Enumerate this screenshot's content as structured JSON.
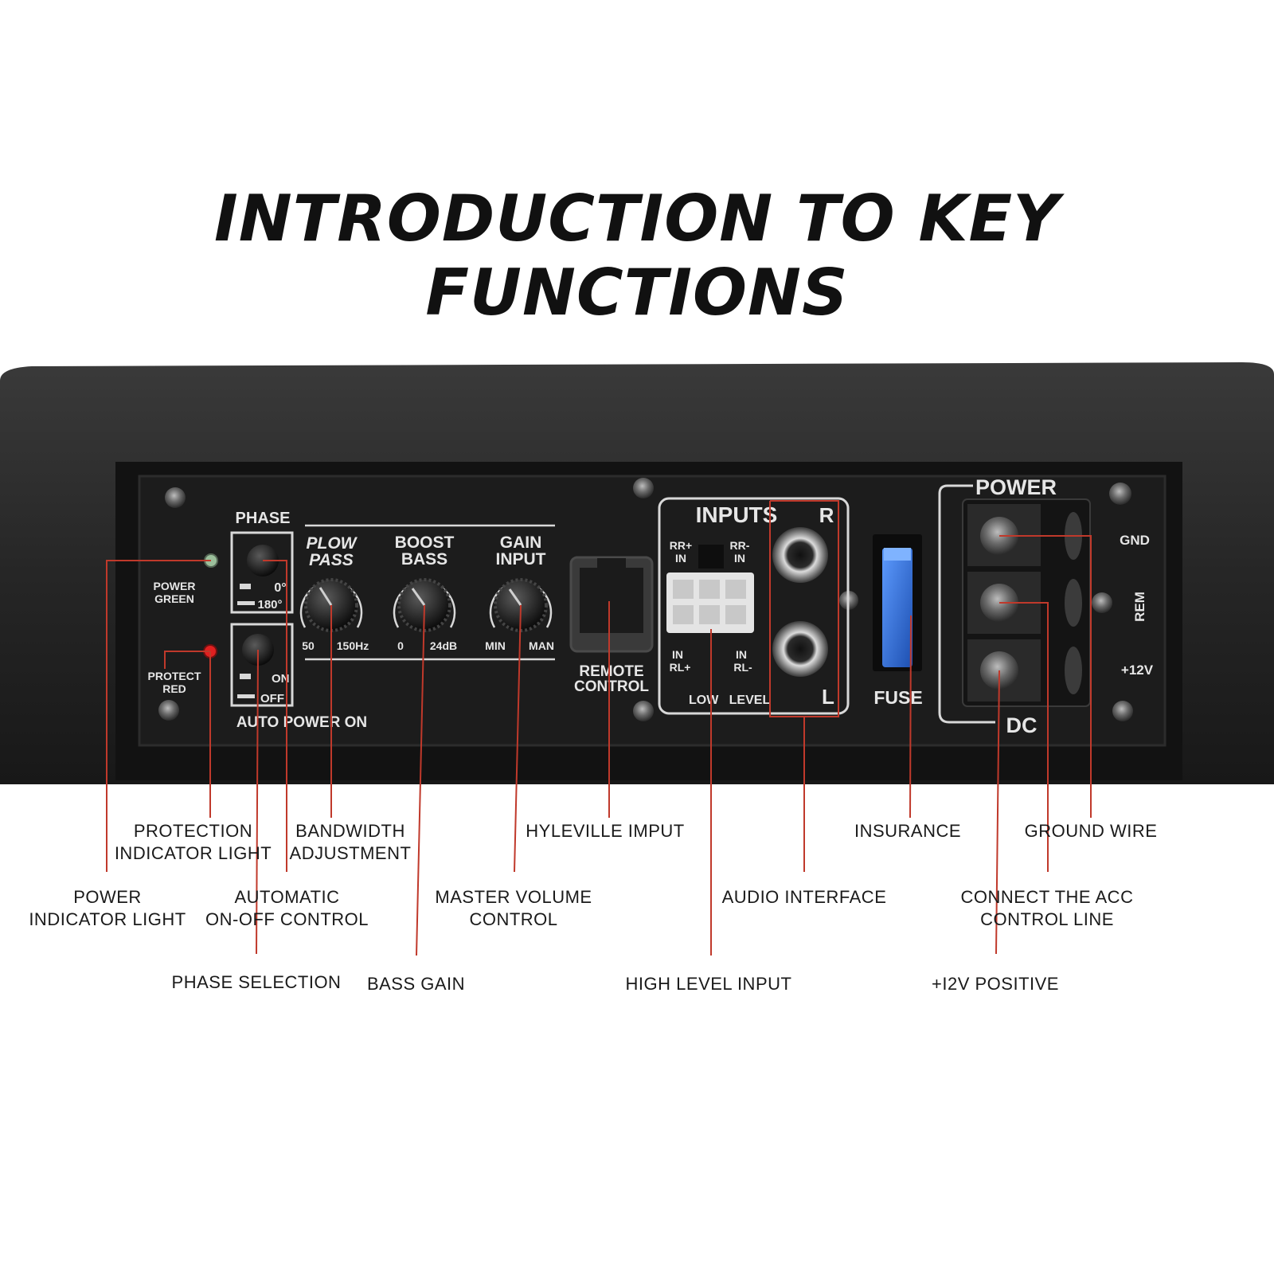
{
  "title": "INTRODUCTION TO KEY FUNCTIONS",
  "panel": {
    "phase": "PHASE",
    "phase_0": "0°",
    "phase_180": "180°",
    "power_green": [
      "POWER",
      "GREEN"
    ],
    "protect_red": [
      "PROTECT",
      "RED"
    ],
    "on": "ON",
    "off": "OFF",
    "auto_power_on": "AUTO POWER ON",
    "plow_pass": [
      "PLOW",
      "PASS"
    ],
    "boost_bass": [
      "BOOST",
      "BASS"
    ],
    "gain_input": [
      "GAIN",
      "INPUT"
    ],
    "lp_min": "50",
    "lp_max": "150Hz",
    "bass_min": "0",
    "bass_max": "24dB",
    "gain_min": "MIN",
    "gain_max": "MAN",
    "remote_control": [
      "REMOTE",
      "CONTROL"
    ],
    "inputs": "INPUTS",
    "r": "R",
    "l": "L",
    "rr_plus_in": [
      "RR+",
      "IN"
    ],
    "rr_minus_in": [
      "RR-",
      "IN"
    ],
    "in_rl_plus": [
      "IN",
      "RL+"
    ],
    "in_rl_minus": [
      "IN",
      "RL-"
    ],
    "low_level": "LOW   LEVEL",
    "fuse": "FUSE",
    "power": "POWER",
    "dc": "DC",
    "gnd": "GND",
    "rem": "REM",
    "plus12v": "+12V"
  },
  "callouts": {
    "protection": [
      "PROTECTION",
      "INDICATOR LIGHT"
    ],
    "bandwidth": [
      "BANDWIDTH",
      "ADJUSTMENT"
    ],
    "hyleville": [
      "HYLEVILLE IMPUT"
    ],
    "insurance": [
      "INSURANCE"
    ],
    "ground": [
      "GROUND WIRE"
    ],
    "power_ind": [
      "POWER",
      "INDICATOR LIGHT"
    ],
    "automatic": [
      "AUTOMATIC",
      "ON-OFF CONTROL"
    ],
    "master": [
      "MASTER VOLUME",
      "CONTROL"
    ],
    "audio": [
      "AUDIO INTERFACE"
    ],
    "acc": [
      "CONNECT THE ACC",
      "CONTROL LINE"
    ],
    "phase_sel": [
      "PHASE SELECTION"
    ],
    "bass_gain": [
      "BASS GAIN"
    ],
    "high_level": [
      "HIGH LEVEL INPUT"
    ],
    "positive": [
      "+I2V POSITIVE"
    ]
  },
  "colors": {
    "leader": "#c0392b",
    "led_green": "#9bbf9b",
    "led_red": "#e02020",
    "fuse_blue": "#2f6fd6"
  }
}
